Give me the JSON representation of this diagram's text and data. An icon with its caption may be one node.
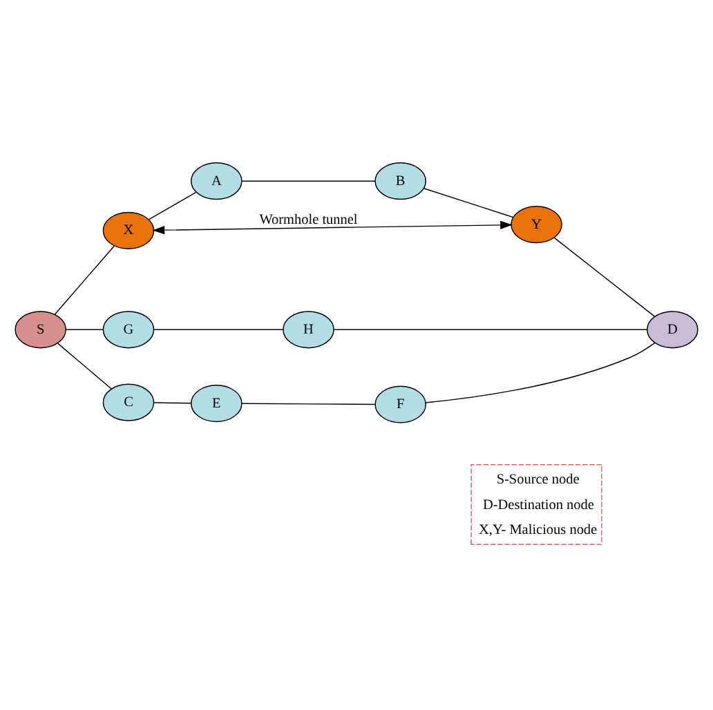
{
  "diagram": {
    "nodes": [
      {
        "text": [
          "X"
        ]
      },
      {
        "text": [
          "A"
        ]
      },
      {
        "text": [
          "B"
        ]
      },
      {
        "text": [
          "Y"
        ]
      },
      {
        "text": [
          "S"
        ]
      },
      {
        "text": [
          "G"
        ]
      },
      {
        "text": [
          "H"
        ]
      },
      {
        "text": [
          "D"
        ]
      },
      {
        "text": [
          "C"
        ]
      },
      {
        "text": [
          "E"
        ]
      },
      {
        "text": [
          "F"
        ]
      }
    ],
    "edges": [
      {
        "from": 4,
        "to": 0,
        "arrow": "none"
      },
      {
        "from": 0,
        "to": 1,
        "arrow": "none"
      },
      {
        "from": 1,
        "to": 2,
        "arrow": "none"
      },
      {
        "from": 2,
        "to": 3,
        "arrow": "none"
      },
      {
        "from": 3,
        "to": 7,
        "arrow": "none"
      },
      {
        "from": 4,
        "to": 5,
        "arrow": "none"
      },
      {
        "from": 5,
        "to": 6,
        "arrow": "none"
      },
      {
        "from": 6,
        "to": 7,
        "arrow": "none"
      },
      {
        "from": 4,
        "to": 8,
        "arrow": "none"
      },
      {
        "from": 8,
        "to": 9,
        "arrow": "none"
      },
      {
        "from": 9,
        "to": 10,
        "arrow": "none"
      },
      {
        "from": 10,
        "to": 7,
        "arrow": "none"
      },
      {
        "from": 0,
        "to": 3,
        "arrow": "both",
        "label": "Wormhole tunnel"
      }
    ],
    "labels": [
      "S-Source node",
      "D-Destination node",
      "X,Y- Malicious node"
    ]
  }
}
